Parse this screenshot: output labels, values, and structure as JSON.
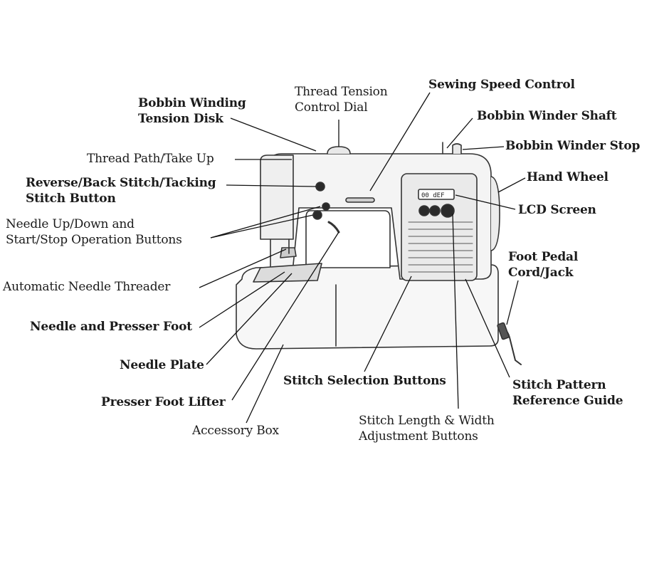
{
  "labels": {
    "bobbin_winding_tension_disk": [
      "Bobbin Winding",
      "Tension Disk"
    ],
    "thread_tension_control_dial": [
      "Thread Tension",
      "Control Dial"
    ],
    "sewing_speed_control": "Sewing Speed Control",
    "bobbin_winder_shaft": "Bobbin Winder Shaft",
    "bobbin_winder_stop": "Bobbin Winder Stop",
    "thread_path_take_up": "Thread Path/Take Up",
    "reverse_back_stitch": [
      "Reverse/Back Stitch/Tacking",
      "Stitch Button"
    ],
    "hand_wheel": "Hand Wheel",
    "lcd_screen": "LCD Screen",
    "needle_up_down": [
      "Needle Up/Down and",
      "Start/Stop Operation Buttons"
    ],
    "foot_pedal_cord": [
      "Foot Pedal",
      "Cord/Jack"
    ],
    "automatic_needle_threader": "Automatic Needle Threader",
    "needle_and_presser_foot": "Needle and Presser Foot",
    "needle_plate": "Needle Plate",
    "stitch_selection_buttons": "Stitch Selection Buttons",
    "stitch_pattern_reference_guide": [
      "Stitch Pattern",
      "Reference Guide"
    ],
    "presser_foot_lifter": "Presser Foot Lifter",
    "stitch_length_width": [
      "Stitch Length & Width",
      "Adjustment Buttons"
    ],
    "accessory_box": "Accessory Box"
  },
  "lcd_display": "00 dEF"
}
